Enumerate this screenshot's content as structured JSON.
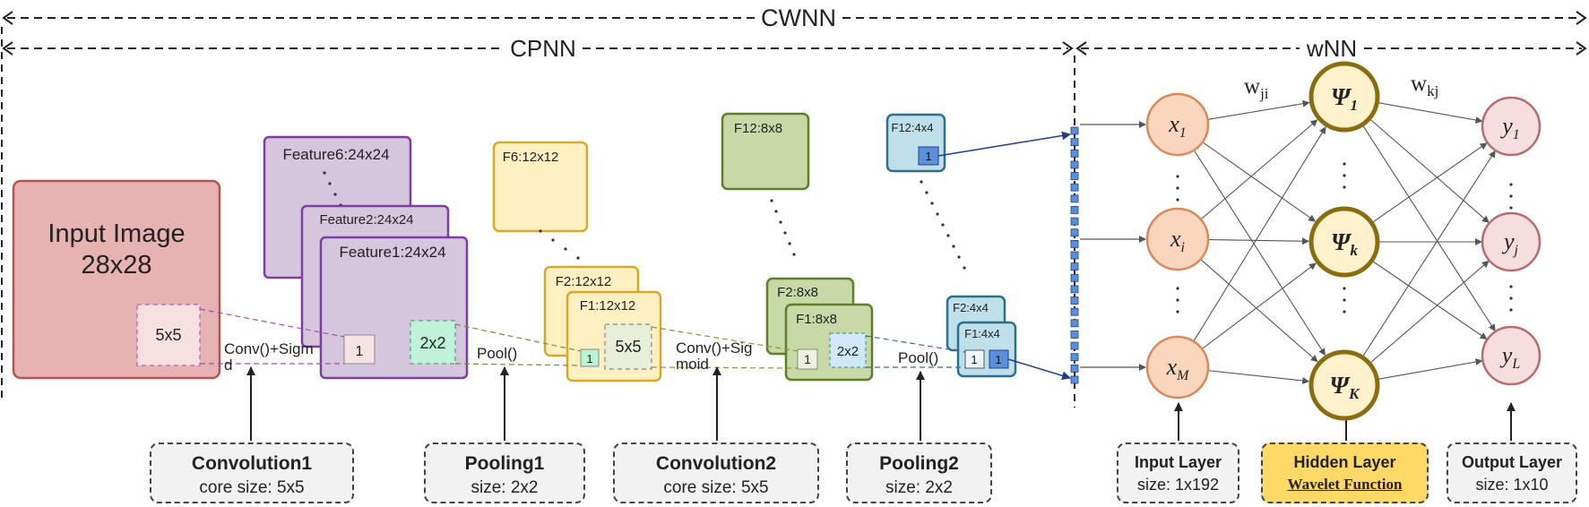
{
  "spans": {
    "cwnn": "CWNN",
    "cpnn": "CPNN",
    "wnn": "wNN"
  },
  "input_image": {
    "line1": "Input Image",
    "line2": "28x28",
    "kernel": "5x5"
  },
  "feature_maps": {
    "f6": "Feature6:24x24",
    "f2": "Feature2:24x24",
    "f1": "Feature1:24x24",
    "cell1": "1",
    "pool_cell": "2x2"
  },
  "pool1_maps": {
    "f6": "F6:12x12",
    "f2": "F2:12x12",
    "f1": "F1:12x12",
    "cell1": "1",
    "kernel": "5x5"
  },
  "conv2_maps": {
    "f12": "F12:8x8",
    "f2": "F2:8x8",
    "f1": "F1:8x8",
    "cell1": "1",
    "pool_cell": "2x2"
  },
  "pool2_maps": {
    "f12": "F12:4x4",
    "f2": "F2:4x4",
    "f1": "F1:4x4",
    "cell_a": "1",
    "cell_b": "1",
    "cell_c": "1"
  },
  "op_labels": {
    "conv1_a": "Conv()+Sigm",
    "conv1_b": "d",
    "pool1": "Pool()",
    "conv2_a": "Conv()+Sig",
    "conv2_b": "moid",
    "pool2": "Pool()"
  },
  "captions": {
    "conv1": {
      "title": "Convolution1",
      "detail": "core size: 5x5"
    },
    "pool1": {
      "title": "Pooling1",
      "detail": "size: 2x2"
    },
    "conv2": {
      "title": "Convolution2",
      "detail": "core size: 5x5"
    },
    "pool2": {
      "title": "Pooling2",
      "detail": "size: 2x2"
    },
    "input_layer": {
      "title": "Input Layer",
      "detail": "size: 1x192"
    },
    "hidden_layer": {
      "title": "Hidden Layer",
      "detail": "Wavelet Function"
    },
    "output_layer": {
      "title": "Output Layer",
      "detail": "size: 1x10"
    }
  },
  "network": {
    "weight_ji": {
      "base": "w",
      "sub": "ji"
    },
    "weight_kj": {
      "base": "w",
      "sub": "kj"
    },
    "input_nodes": [
      {
        "base": "x",
        "sub": "1"
      },
      {
        "base": "x",
        "sub": "i"
      },
      {
        "base": "x",
        "sub": "M"
      }
    ],
    "hidden_nodes": [
      {
        "base": "Ψ",
        "sub": "1"
      },
      {
        "base": "Ψ",
        "sub": "k"
      },
      {
        "base": "Ψ",
        "sub": "K"
      }
    ],
    "output_nodes": [
      {
        "base": "y",
        "sub": "1"
      },
      {
        "base": "y",
        "sub": "j"
      },
      {
        "base": "y",
        "sub": "L"
      }
    ]
  },
  "colors": {
    "input_image_fill": "#e6b2b2",
    "input_image_stroke": "#b85450",
    "feature_fill": "#d5c6dd",
    "feature_stroke": "#7a3fa0",
    "pool1_fill": "#fff0c2",
    "pool1_stroke": "#d6a92a",
    "conv2_fill": "#c8d9a8",
    "conv2_stroke": "#5f7d2a",
    "pool2_fill": "#bfe0ea",
    "pool2_stroke": "#2d6f8c",
    "node_input_fill": "#fbd6bf",
    "node_input_stroke": "#d9895a",
    "node_hidden_fill": "#fff2cc",
    "node_hidden_stroke": "#8a6d10",
    "node_output_fill": "#f6dede",
    "node_output_stroke": "#b56d6d",
    "vector_fill": "#5b8fd9",
    "hidden_caption_fill": "#ffd966"
  }
}
